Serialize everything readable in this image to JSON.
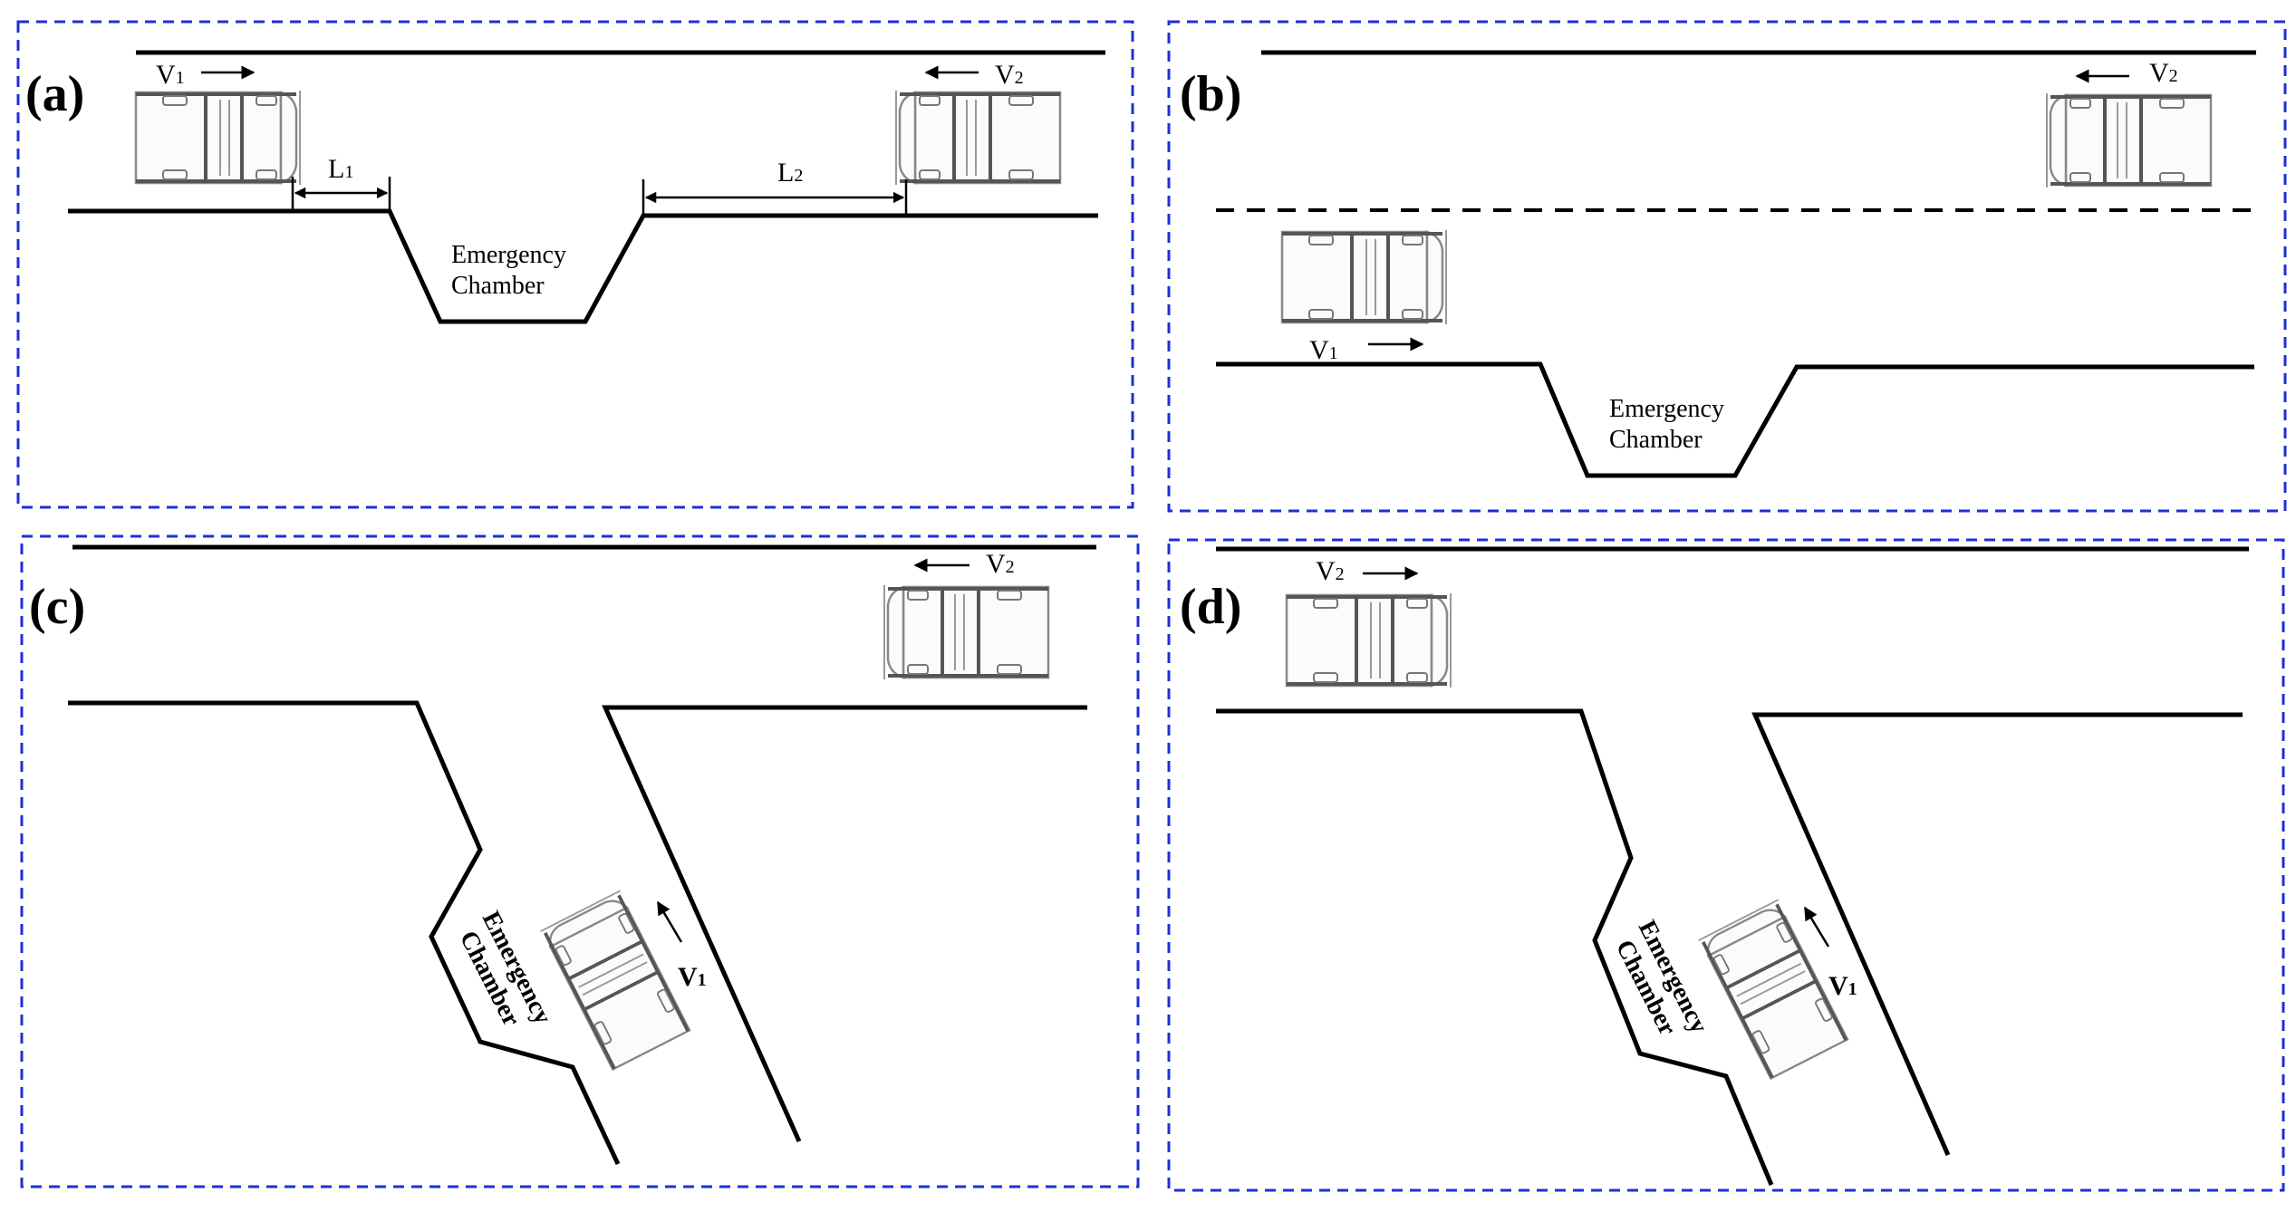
{
  "figure": {
    "panels": [
      {
        "id": "a",
        "label": "(a)",
        "v1": "V",
        "v1_sub": "1",
        "v2": "V",
        "v2_sub": "2",
        "l1": "L",
        "l1_sub": "1",
        "l2": "L",
        "l2_sub": "2",
        "chamber_line1": "Emergency",
        "chamber_line2": "Chamber"
      },
      {
        "id": "b",
        "label": "(b)",
        "v1": "V",
        "v1_sub": "1",
        "v2": "V",
        "v2_sub": "2",
        "chamber_line1": "Emergency",
        "chamber_line2": "Chamber"
      },
      {
        "id": "c",
        "label": "(c)",
        "v1": "V",
        "v1_sub": "1",
        "v2": "V",
        "v2_sub": "2",
        "chamber_line1": "Emergency",
        "chamber_line2": "Chamber"
      },
      {
        "id": "d",
        "label": "(d)",
        "v1": "V",
        "v1_sub": "1",
        "v2": "V",
        "v2_sub": "2",
        "chamber_line1": "Emergency",
        "chamber_line2": "Chamber"
      }
    ]
  },
  "colors": {
    "frame": "#1f2fd6",
    "road": "#000000",
    "car_outline": "#888888"
  }
}
